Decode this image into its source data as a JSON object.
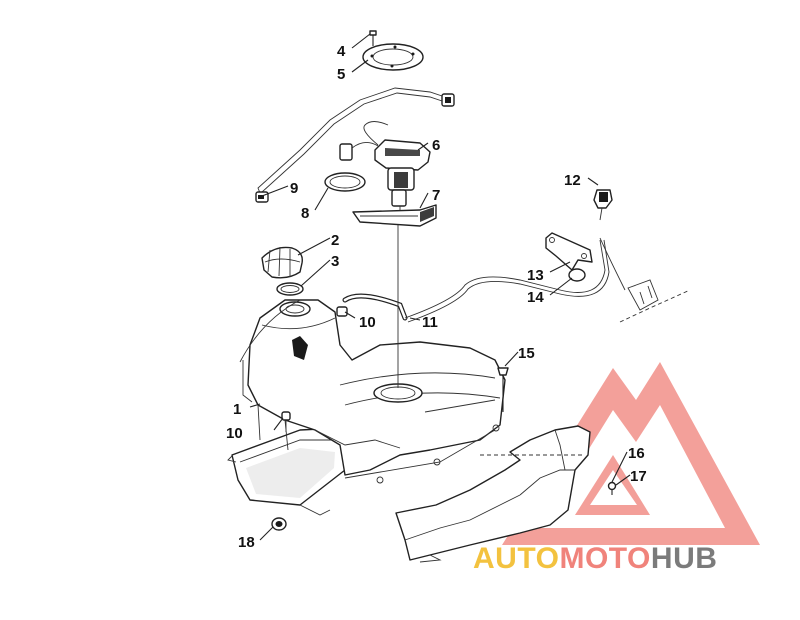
{
  "callouts": [
    {
      "id": "c1",
      "text": "1"
    },
    {
      "id": "c2",
      "text": "2"
    },
    {
      "id": "c3",
      "text": "3"
    },
    {
      "id": "c4",
      "text": "4"
    },
    {
      "id": "c5",
      "text": "5"
    },
    {
      "id": "c6",
      "text": "6"
    },
    {
      "id": "c7",
      "text": "7"
    },
    {
      "id": "c8",
      "text": "8"
    },
    {
      "id": "c9",
      "text": "9"
    },
    {
      "id": "c10a",
      "text": "10"
    },
    {
      "id": "c10b",
      "text": "10"
    },
    {
      "id": "c11",
      "text": "11"
    },
    {
      "id": "c12",
      "text": "12"
    },
    {
      "id": "c13",
      "text": "13"
    },
    {
      "id": "c14",
      "text": "14"
    },
    {
      "id": "c15",
      "text": "15"
    },
    {
      "id": "c16",
      "text": "16"
    },
    {
      "id": "c17",
      "text": "17"
    },
    {
      "id": "c18",
      "text": "18"
    }
  ],
  "watermark": {
    "part1": "AUTO",
    "part2": "MOTO",
    "part3": "HUB",
    "colors": {
      "auto": "#f3c23f",
      "moto": "#f0837b",
      "hub": "#7b7b7b",
      "triangle": "#f0837b"
    }
  }
}
